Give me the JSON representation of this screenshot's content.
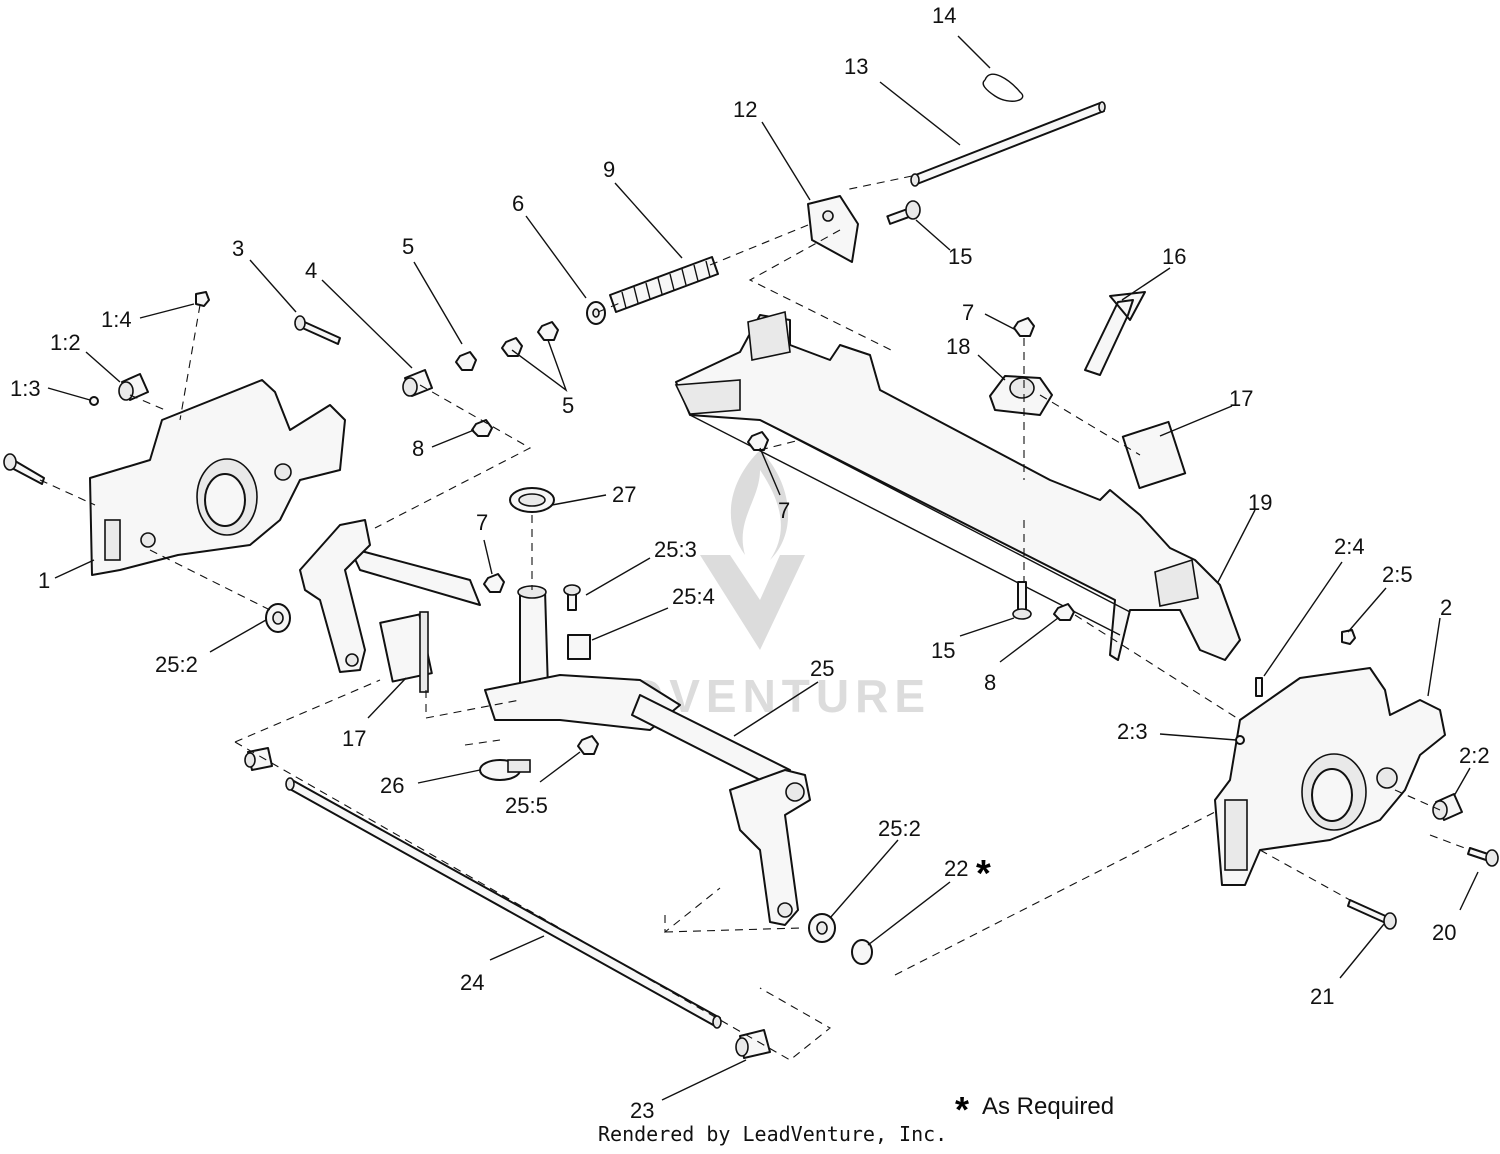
{
  "watermark": "LEADVENTURE",
  "footer": {
    "credit": "Rendered by LeadVenture, Inc.",
    "note_symbol": "*",
    "note_text": "As Required"
  },
  "callouts": {
    "c14": "14",
    "c13": "13",
    "c12": "12",
    "c9": "9",
    "c6": "6",
    "c3": "3",
    "c4": "4",
    "c5a": "5",
    "c5b": "5",
    "c1_4": "1:4",
    "c1_2": "1:2",
    "c1_3": "1:3",
    "c1": "1",
    "c8a": "8",
    "c15a": "15",
    "c16": "16",
    "c7a": "7",
    "c18": "18",
    "c17a": "17",
    "c7b": "7",
    "c19": "19",
    "c27": "27",
    "c7c": "7",
    "c25_3": "25:3",
    "c25_4": "25:4",
    "c25_2a": "25:2",
    "c17b": "17",
    "c25": "25",
    "c26": "26",
    "c25_5": "25:5",
    "c15b": "15",
    "c8b": "8",
    "c2_4": "2:4",
    "c2_5": "2:5",
    "c2": "2",
    "c2_3": "2:3",
    "c2_2": "2:2",
    "c25_2b": "25:2",
    "c22": "22",
    "c20": "20",
    "c21": "21",
    "c24": "24",
    "c23": "23"
  }
}
